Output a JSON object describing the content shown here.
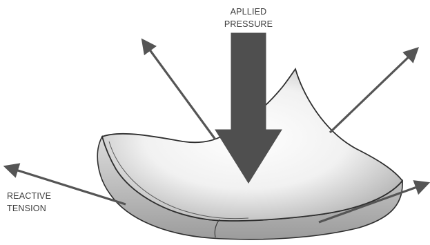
{
  "labels": {
    "applied_pressure": [
      "APLLIED",
      "PRESSURE"
    ],
    "reactive_tension": [
      "REACTIVE",
      "TENSION"
    ]
  },
  "colors": {
    "arrow": "#555555",
    "label": "#3c3c3c",
    "shell_outline": "#2e2e2e",
    "shell_fill": "#f4f4f4",
    "shell_shade": "#b9b9b9"
  }
}
